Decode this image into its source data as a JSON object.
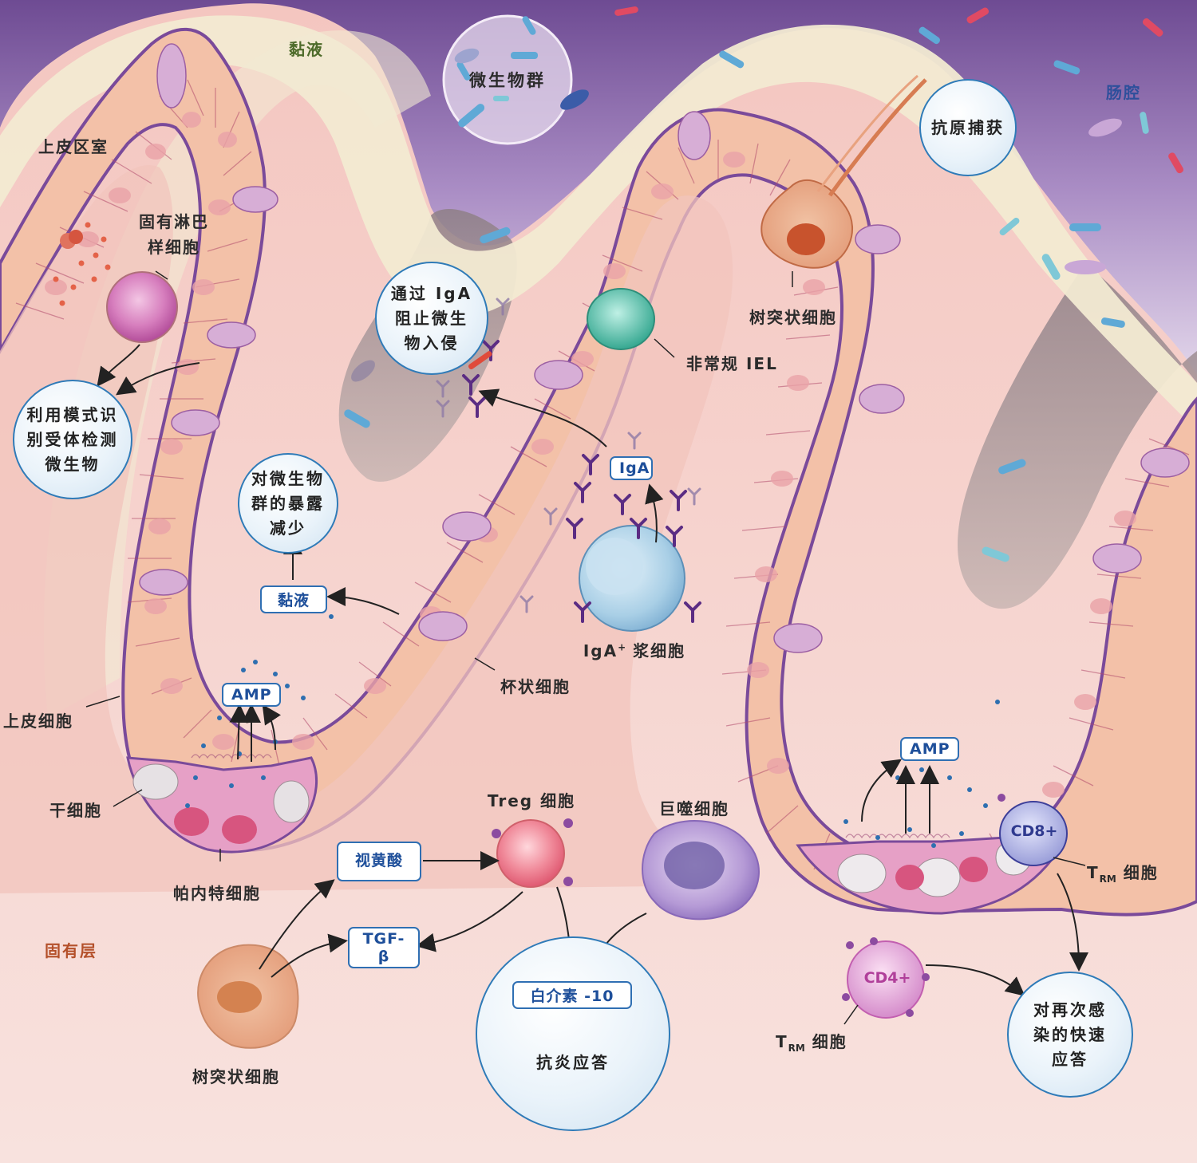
{
  "labels": {
    "mucus_top": "黏液",
    "lumen": "肠腔",
    "epithelial_compartment": "上皮区室",
    "ilc_line1": "固有淋巴",
    "ilc_line2": "样细胞",
    "dendritic_cell_top": "树突状细胞",
    "unconventional_iel": "非常规 IEL",
    "iga_plasma_cell_prefix": "IgA",
    "iga_plasma_cell_sup": "+",
    "iga_plasma_cell_suffix": " 浆细胞",
    "goblet_cell": "杯状细胞",
    "epithelial_cell": "上皮细胞",
    "stem_cell": "干细胞",
    "paneth_cell": "帕内特细胞",
    "lamina_propria": "固有层",
    "treg_cell": "Treg 细胞",
    "macrophage": "巨噬细胞",
    "dendritic_cell_bottom": "树突状细胞",
    "trm_cell_right_T": "T",
    "trm_cell_right_sub": "RM",
    "trm_cell_right_suffix": " 细胞",
    "trm_cell_left_T": "T",
    "trm_cell_left_sub": "RM",
    "trm_cell_left_suffix": " 细胞"
  },
  "bubbles": {
    "microbiota": "微生物群",
    "antigen_capture": "抗原捕获",
    "iga_block": [
      "通过 IgA",
      "阻止微生",
      "物入侵"
    ],
    "prr": [
      "利用模式识",
      "别受体检测",
      "微生物"
    ],
    "reduced_exposure": [
      "对微生物",
      "群的暴露",
      "减少"
    ],
    "anti_inflammatory": "抗炎应答",
    "rapid_response": [
      "对再次感",
      "染的快速",
      "应答"
    ]
  },
  "tags": {
    "amp_left": "AMP",
    "amp_right": "AMP",
    "mucus": "黏液",
    "iga": "IgA",
    "retinoic_acid": "视黄酸",
    "tgf_beta": "TGF-β",
    "il10": "白介素 -10"
  },
  "cell_labels": {
    "cd8": "CD8+",
    "cd4": "CD4+"
  },
  "colors": {
    "lumen_purple": "#7d5a9e",
    "mucus_cream": "#f3ecd6",
    "lamina_pink": "#f2c9c3",
    "epithelium_peach": "#f6c9b0",
    "membrane_purple": "#7a4a9a",
    "goblet_lilac": "#d9b3d8",
    "bubble_border": "#2f7bb8",
    "tag_text": "#1e4f9a",
    "lamina_label": "#b4502a",
    "mucus_label": "#4e6b2a"
  }
}
